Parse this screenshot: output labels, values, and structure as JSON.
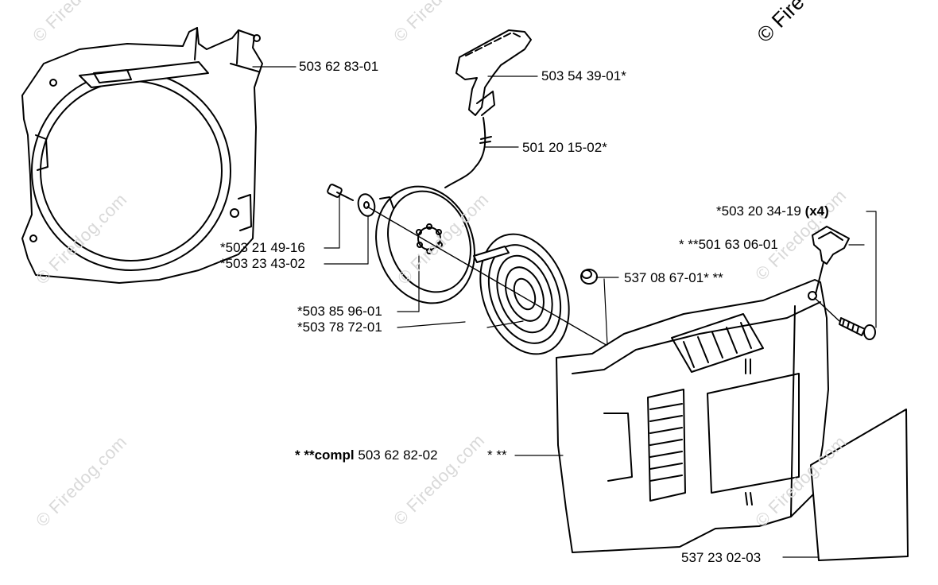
{
  "watermark": "© Firedog.com",
  "copyright_corner": "© Fire",
  "parts": {
    "housing_ring": "503 62 83-01",
    "handle": "503 54 39-01*",
    "rope": "501 20 15-02*",
    "screw_small": "*503 21 49-16",
    "washer": "*503 23 43-02",
    "pulley": "*503 85 96-01",
    "spring": "*503 78 72-01",
    "bushing": "537 08 67-01* **",
    "screws_x4_num": "*503 20 34-19",
    "screws_x4_qty": "(x4)",
    "grommet": "* **501 63 06-01",
    "cover_prefix": "* **",
    "cover_compl": "compl",
    "cover_num": "503 62 82-02",
    "cover_suffix": "* **",
    "decal": "537 23 02-03"
  }
}
